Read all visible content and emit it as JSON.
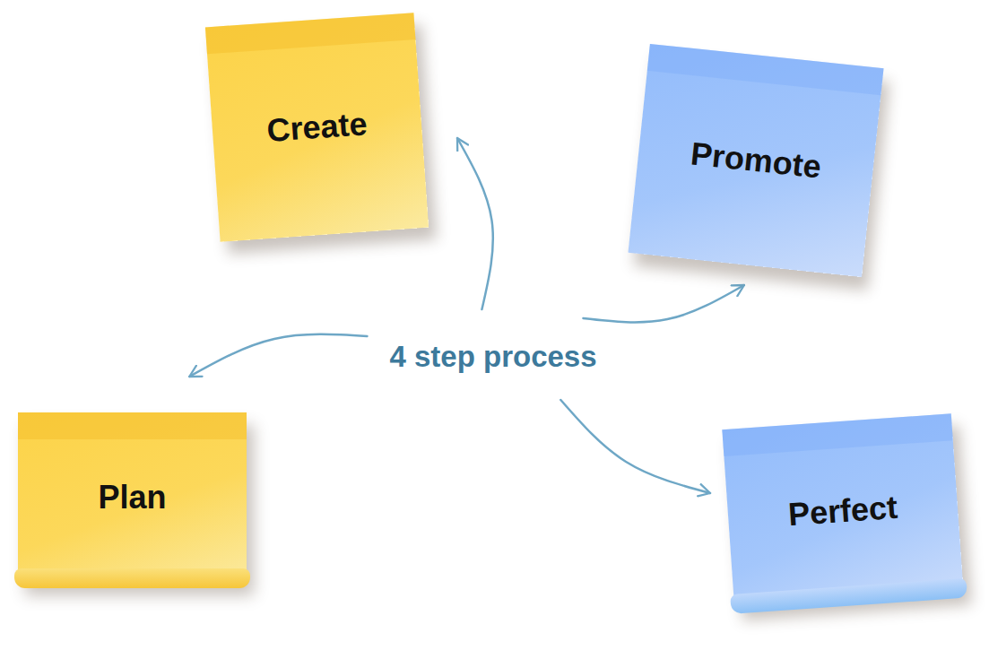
{
  "diagram": {
    "nodes": [
      {
        "text": [
          "Create"
        ]
      },
      {
        "text": [
          "Promote"
        ]
      },
      {
        "text": [
          "4 step process"
        ]
      },
      {
        "text": [
          "Plan"
        ]
      },
      {
        "text": [
          "Perfect"
        ]
      }
    ],
    "edges": [
      {
        "from": 2,
        "to": 0,
        "arrow": "to"
      },
      {
        "from": 2,
        "to": 1,
        "arrow": "to"
      },
      {
        "from": 2,
        "to": 3,
        "arrow": "to"
      },
      {
        "from": 2,
        "to": 4,
        "arrow": "to"
      }
    ]
  }
}
